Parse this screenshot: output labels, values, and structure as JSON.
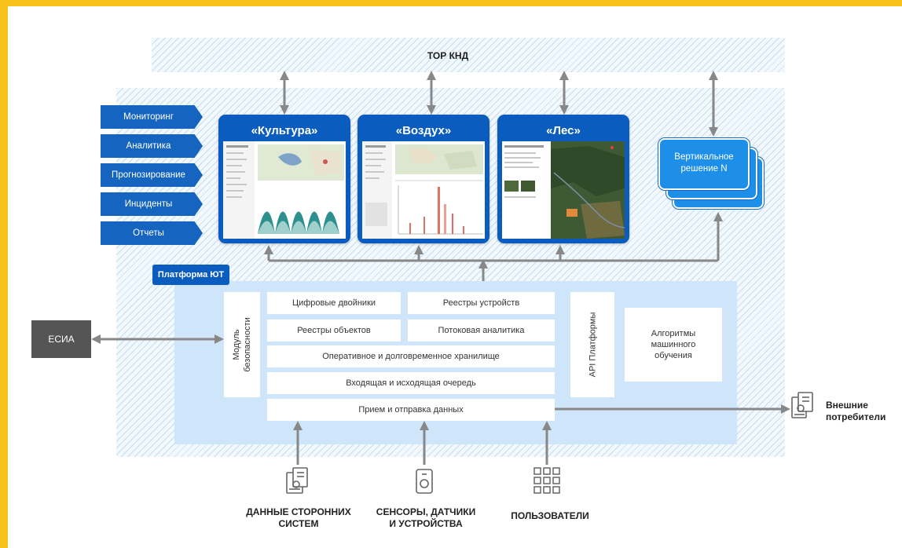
{
  "top_label": "ТОР КНД",
  "side_menu": [
    "Мониторинг",
    "Аналитика",
    "Прогнозирование",
    "Инциденты",
    "Отчеты"
  ],
  "apps": [
    {
      "title": "«Культура»"
    },
    {
      "title": "«Воздух»"
    },
    {
      "title": "«Лес»"
    }
  ],
  "vertical_solution": {
    "line1": "Вертикальное",
    "line2": "решение N"
  },
  "platform_label": "Платформа ЮТ",
  "esia": "ЕСИА",
  "security_module": {
    "line1": "Модуль",
    "line2": "безопасности"
  },
  "modules": {
    "digital_twins": "Цифровые двойники",
    "device_registries": "Реестры устройств",
    "object_registries": "Реестры объектов",
    "stream_analytics": "Потоковая аналитика",
    "storage": "Оперативное и долговременное хранилище",
    "queue": "Входящая и исходящая очередь",
    "data_io": "Прием и отправка данных"
  },
  "api_platform": "API Платформы",
  "ml": {
    "line1": "Алгоритмы",
    "line2": "машинного",
    "line3": "обучения"
  },
  "external": {
    "line1": "Внешние",
    "line2": "потребители"
  },
  "sources": {
    "third_party": {
      "line1": "ДАННЫЕ СТОРОННИХ",
      "line2": "СИСТЕМ"
    },
    "sensors": {
      "line1": "СЕНСОРЫ, ДАТЧИКИ",
      "line2": "И УСТРОЙСТВА"
    },
    "users": "ПОЛЬЗОВАТЕЛИ"
  },
  "colors": {
    "frame": "#f7c21a",
    "primary": "#0a5dbf",
    "light": "#cfe6fa",
    "arrow": "#888888"
  }
}
